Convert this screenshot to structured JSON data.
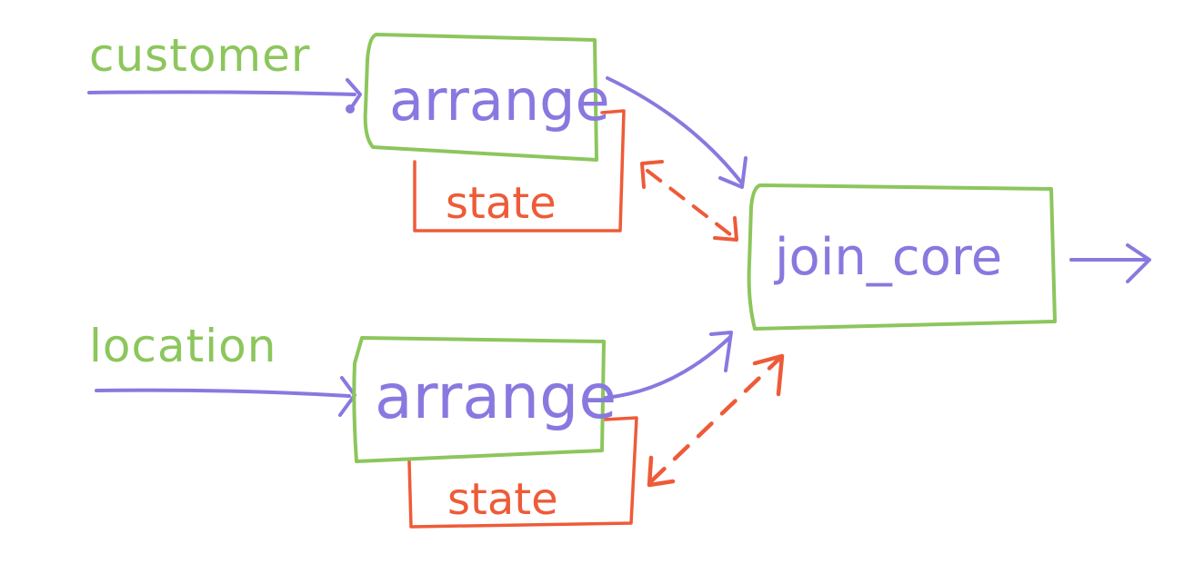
{
  "colors": {
    "green": "#8cc65c",
    "purple": "#8a78e0",
    "orange": "#ee5b38",
    "background": "#ffffff"
  },
  "inputs": {
    "top": {
      "label": "customer"
    },
    "bottom": {
      "label": "location"
    }
  },
  "operators": {
    "arrange_top": {
      "label": "arrange"
    },
    "arrange_bottom": {
      "label": "arrange"
    },
    "join": {
      "label": "join_core"
    }
  },
  "states": {
    "top": {
      "label": "state"
    },
    "bottom": {
      "label": "state"
    }
  },
  "edges": [
    {
      "from": "customer",
      "to": "arrange_top",
      "kind": "dataflow"
    },
    {
      "from": "location",
      "to": "arrange_bottom",
      "kind": "dataflow"
    },
    {
      "from": "arrange_top",
      "to": "join",
      "kind": "dataflow"
    },
    {
      "from": "arrange_bottom",
      "to": "join",
      "kind": "dataflow"
    },
    {
      "from": "join",
      "to": "output",
      "kind": "dataflow"
    },
    {
      "from": "state_top",
      "to": "join",
      "kind": "shared-state",
      "style": "dashed",
      "bidirectional": true
    },
    {
      "from": "state_bottom",
      "to": "join",
      "kind": "shared-state",
      "style": "dashed",
      "bidirectional": true
    }
  ]
}
